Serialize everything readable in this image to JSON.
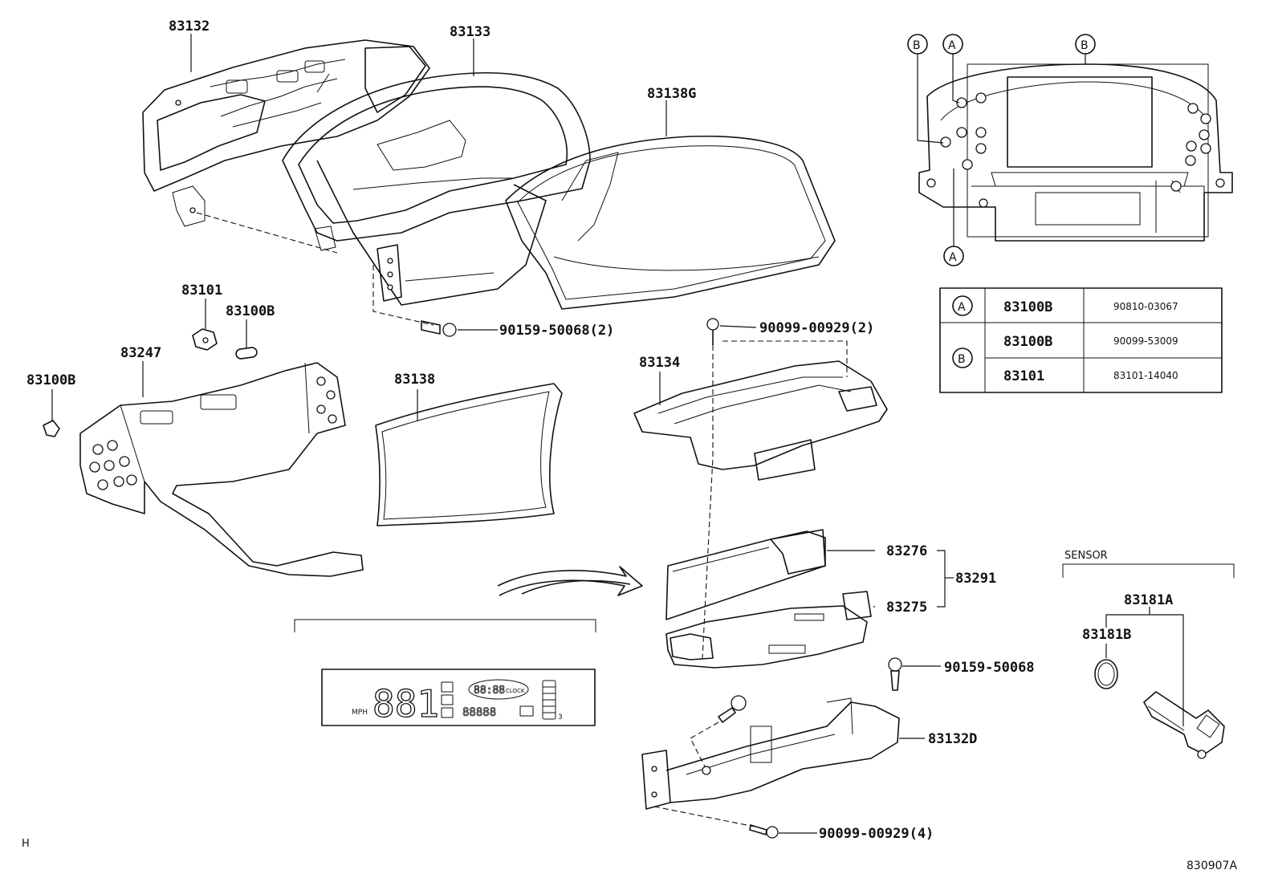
{
  "labels": {
    "p83132": "83132",
    "p83133": "83133",
    "p83138G": "83138G",
    "p83101": "83101",
    "p83100B_mid": "83100B",
    "p83247": "83247",
    "p83100B_left": "83100B",
    "p83138": "83138",
    "p83134": "83134",
    "p83276": "83276",
    "p83291": "83291",
    "p83275": "83275",
    "p83132D": "83132D",
    "p83181A": "83181A",
    "p83181B": "83181B",
    "screw_90159_2": "90159-50068(2)",
    "screw_90099_2": "90099-00929(2)",
    "screw_90159": "90159-50068",
    "screw_90099_4": "90099-00929(4)"
  },
  "callouts": {
    "a_top": "A",
    "a_bottom": "A",
    "b_left": "B",
    "b_top": "B"
  },
  "sensor_header": "SENSOR",
  "table": {
    "rows": [
      {
        "key": "A",
        "part": "83100B",
        "number": "90810-03067"
      },
      {
        "key": "B",
        "part": "83100B",
        "number": "90099-53009"
      },
      {
        "key": "",
        "part": "83101",
        "number": "83101-14040"
      }
    ]
  },
  "lcd": {
    "digits": "881",
    "odometer": "88888",
    "clock": "88:88",
    "clock_tag": "CLOCK",
    "unit": "MPH",
    "bar_label": "3"
  },
  "footer": {
    "corner_mark": "H",
    "diagram_code": "830907A"
  }
}
